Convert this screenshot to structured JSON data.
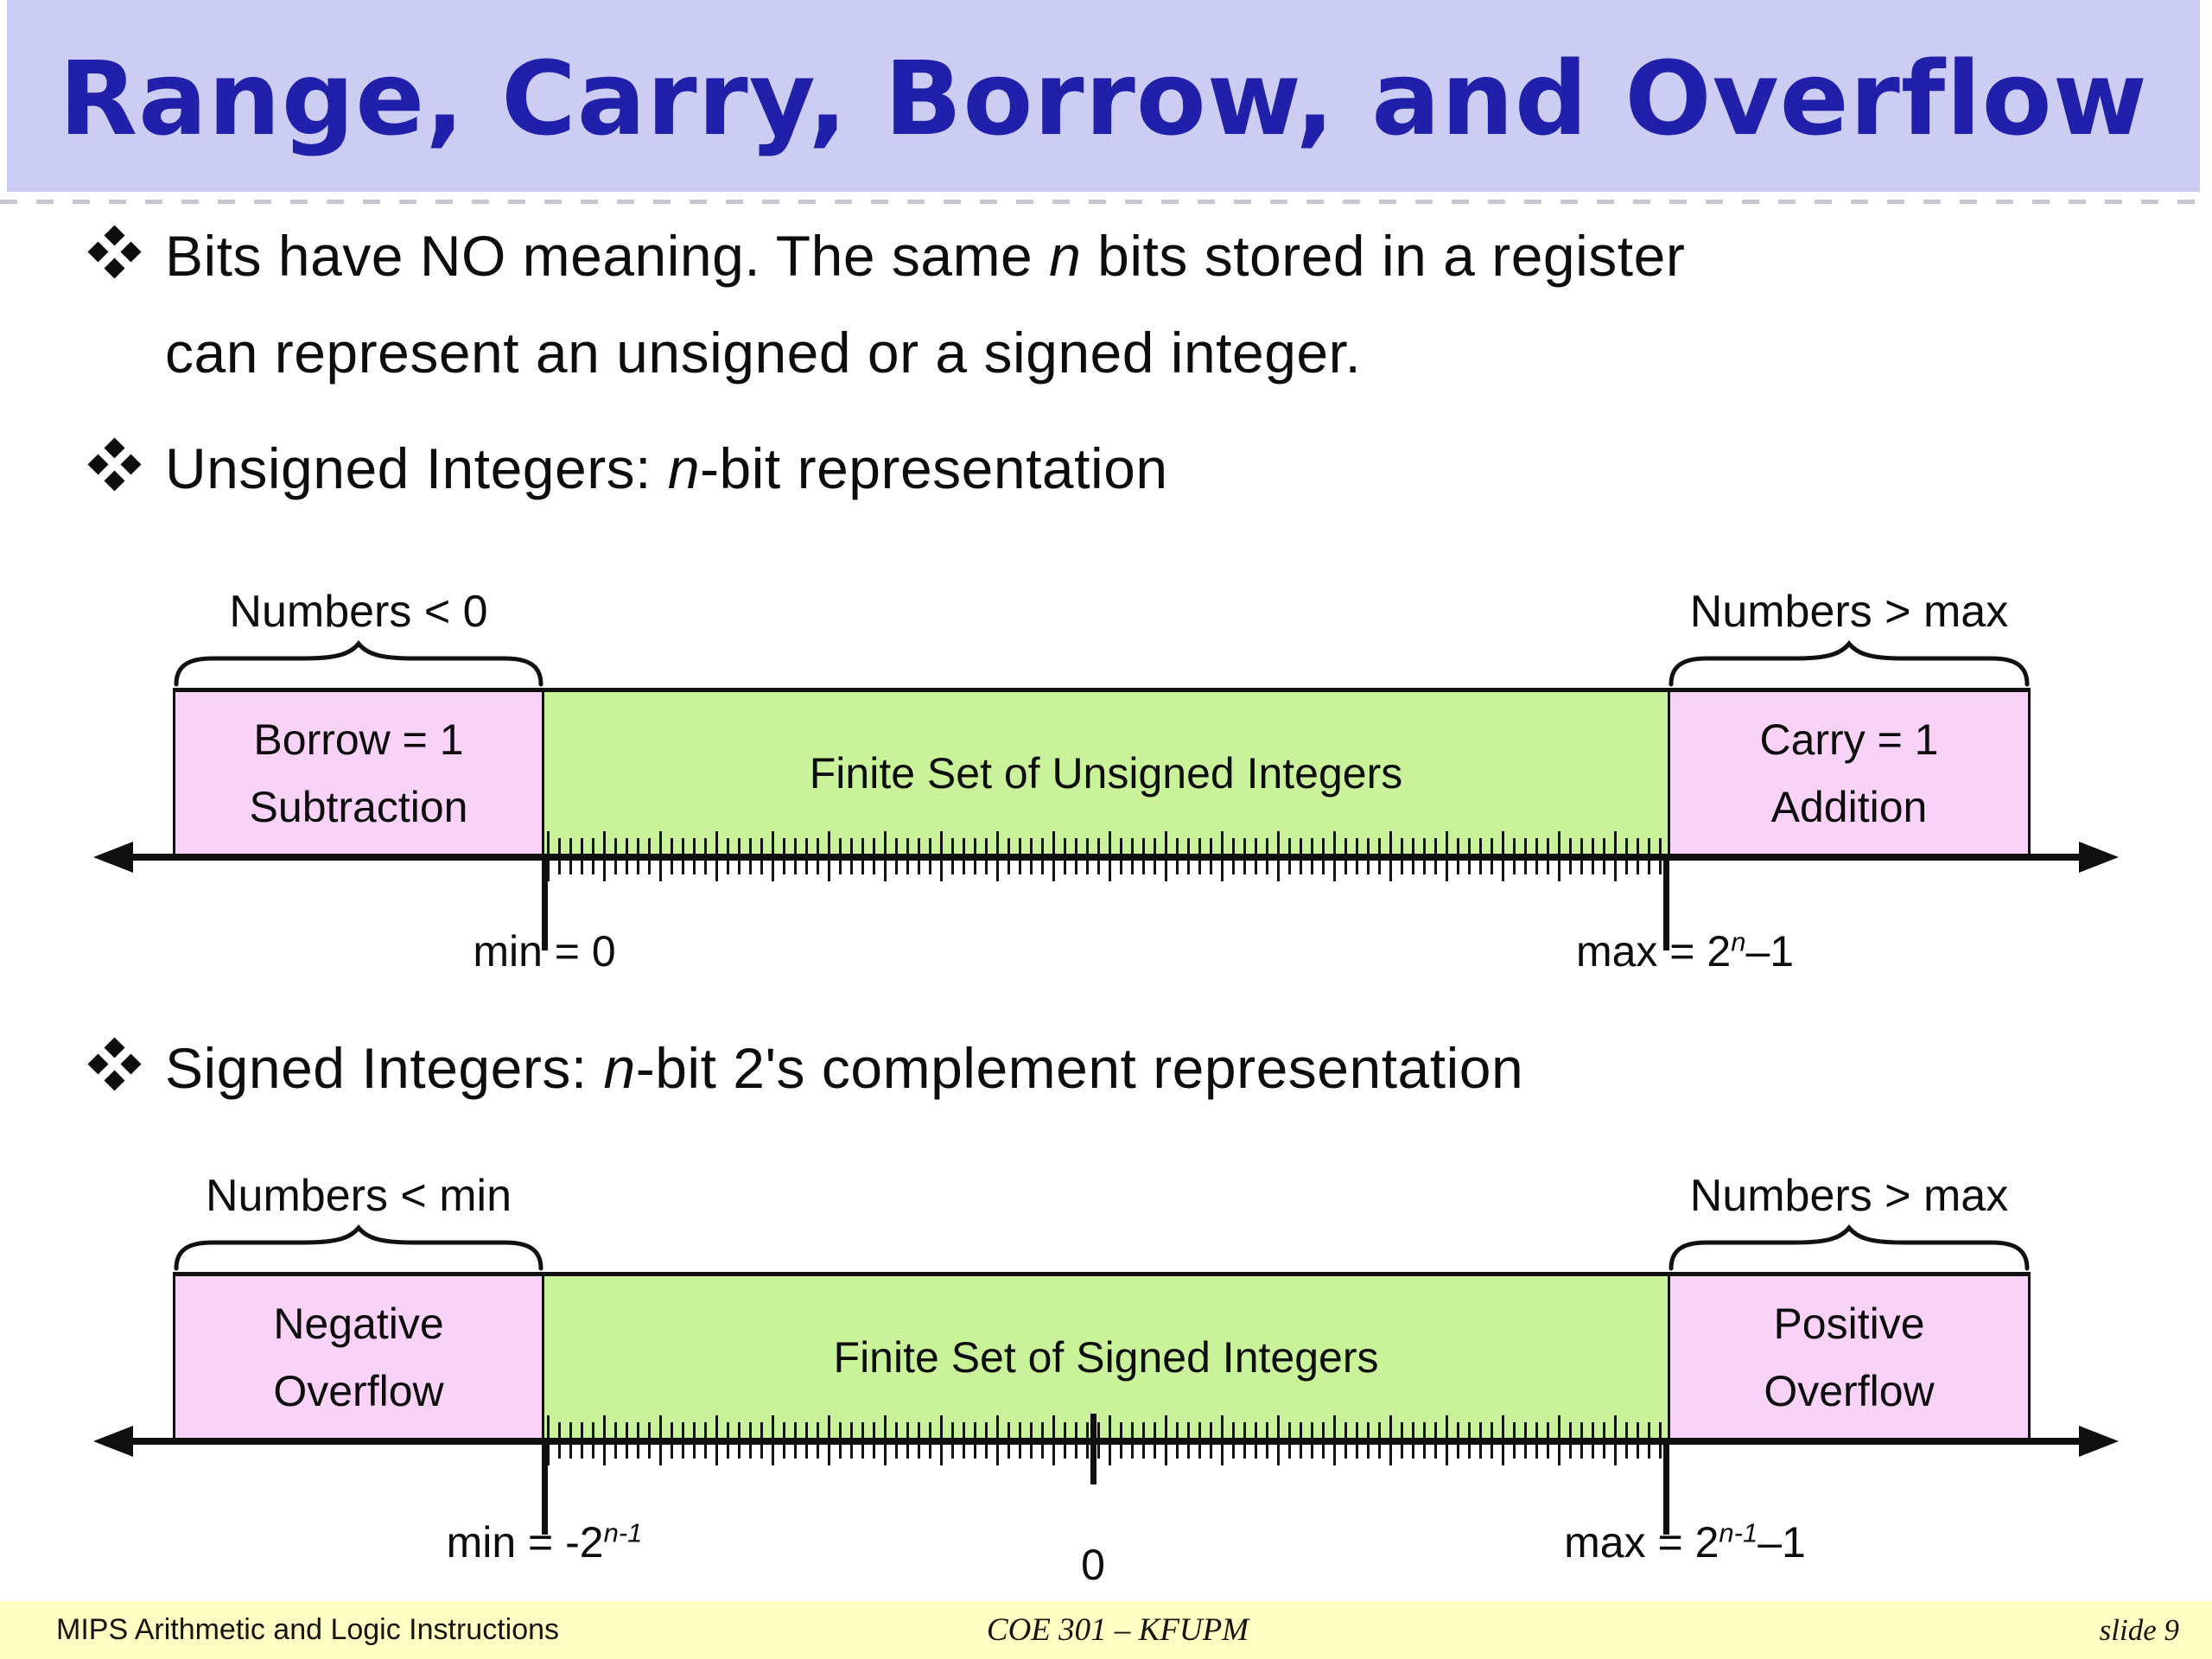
{
  "slide": {
    "title": "Range, Carry, Borrow, and Overflow"
  },
  "bullets": {
    "b1_pre": "Bits have NO meaning. The same ",
    "b1_var": "n",
    "b1_post": " bits stored in a register",
    "b1_line2": "can represent an unsigned or a signed integer.",
    "b2_pre": "Unsigned Integers: ",
    "b2_var": "n",
    "b2_post": "-bit representation",
    "b3_pre": "Signed Integers: ",
    "b3_var": "n",
    "b3_post": "-bit 2's complement representation"
  },
  "unsigned_diagram": {
    "left_range_label": "Numbers < 0",
    "right_range_label": "Numbers > max",
    "left_box_line1": "Borrow = 1",
    "left_box_line2": "Subtraction",
    "center_box_label": "Finite Set of Unsigned Integers",
    "right_box_line1": "Carry = 1",
    "right_box_line2": "Addition",
    "min_label": "min = 0",
    "max_label_pre": "max = 2",
    "max_label_sup": "n",
    "max_label_post": "–1"
  },
  "signed_diagram": {
    "left_range_label": "Numbers < min",
    "right_range_label": "Numbers > max",
    "left_box_line1": "Negative",
    "left_box_line2": "Overflow",
    "center_box_label": "Finite Set of Signed Integers",
    "right_box_line1": "Positive",
    "right_box_line2": "Overflow",
    "min_label_pre": "min = -2",
    "min_label_sup": "n-1",
    "zero_label": "0",
    "max_label_pre": "max = 2",
    "max_label_sup": "n-1",
    "max_label_post": "–1"
  },
  "footer": {
    "left": "MIPS Arithmetic and Logic Instructions",
    "center": "COE 301 – KFUPM",
    "right": "slide 9"
  },
  "colors": {
    "header_bg": "#cdcdf3",
    "title_text": "#2020aa",
    "box_pink": "#f9d3f7",
    "box_green": "#caf29b",
    "footer_bg": "#ffffc3",
    "ink": "#111111"
  }
}
